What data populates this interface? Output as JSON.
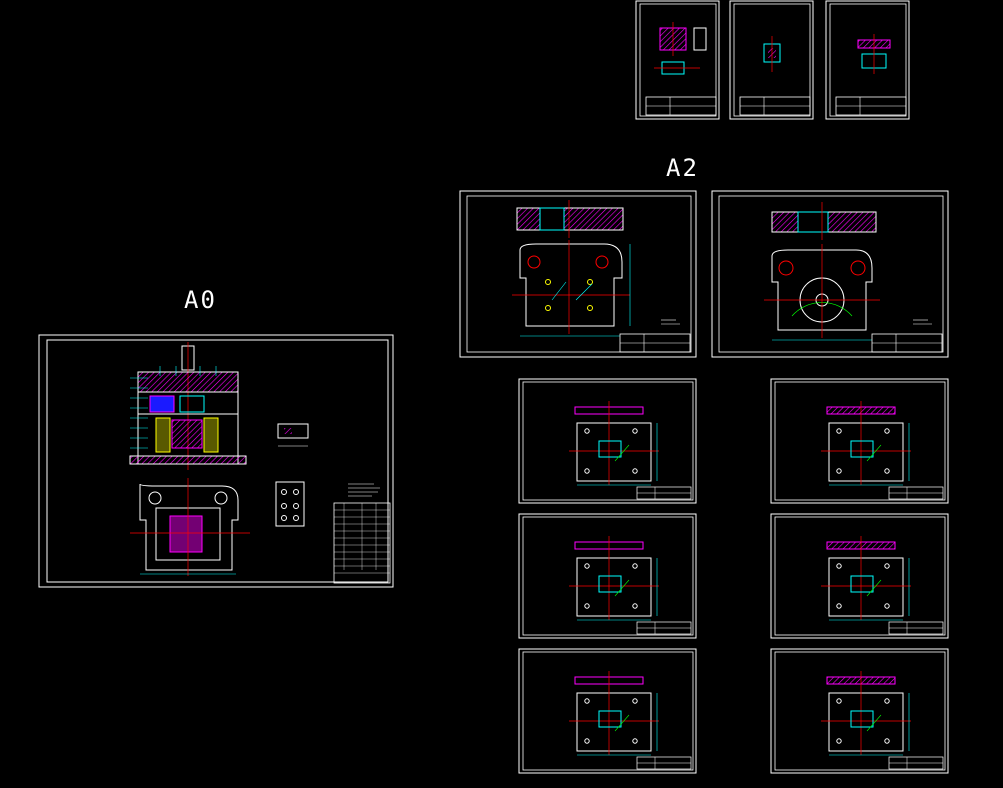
{
  "labels": {
    "a0": "A0",
    "a2": "A2"
  },
  "colors": {
    "background": "#000000",
    "border": "#ffffff",
    "dimension": "#00ffff",
    "centerline": "#ff0000",
    "hatch": "#ff00ff",
    "accent": "#ffff00",
    "leader": "#00ff00"
  },
  "sheets": [
    {
      "id": "a4-1",
      "kind": "small-detail"
    },
    {
      "id": "a4-2",
      "kind": "small-detail"
    },
    {
      "id": "a4-3",
      "kind": "small-detail"
    },
    {
      "id": "a0-assembly",
      "kind": "assembly"
    },
    {
      "id": "a2-plate-1",
      "kind": "plate"
    },
    {
      "id": "a2-plate-2",
      "kind": "plate"
    },
    {
      "id": "a3-plate-1",
      "kind": "plate"
    },
    {
      "id": "a3-plate-2",
      "kind": "plate"
    },
    {
      "id": "a3-plate-3",
      "kind": "plate"
    },
    {
      "id": "a3-plate-4",
      "kind": "plate"
    },
    {
      "id": "a3-plate-5",
      "kind": "plate"
    },
    {
      "id": "a3-plate-6",
      "kind": "plate"
    }
  ]
}
